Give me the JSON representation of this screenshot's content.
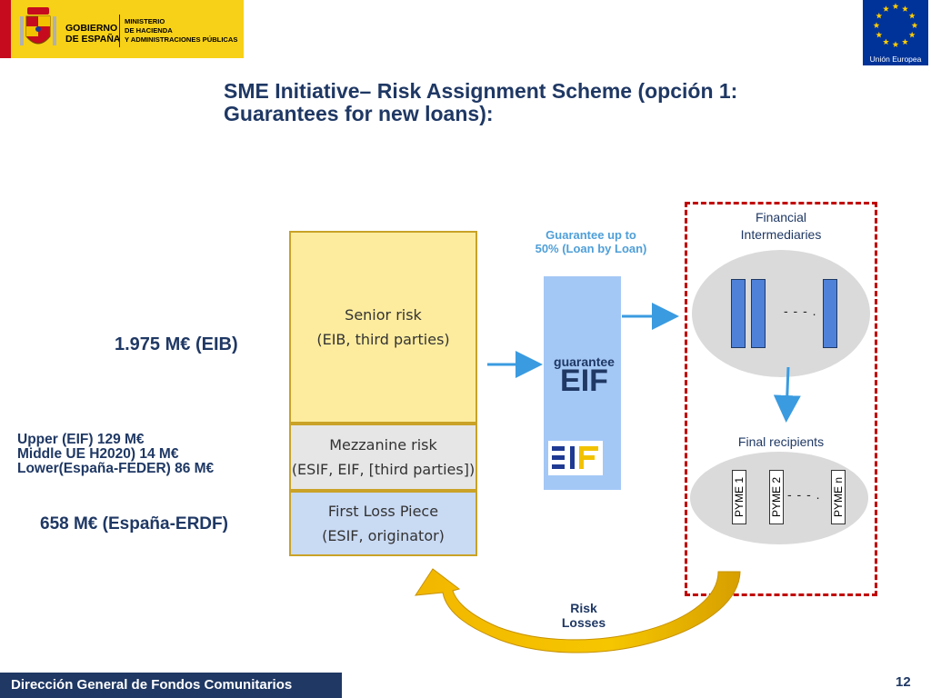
{
  "header": {
    "gov_logo": {
      "name_line1": "GOBIERNO",
      "name_line2": "DE ESPAÑA",
      "ministry_line1": "MINISTERIO",
      "ministry_line2": "DE HACIENDA",
      "ministry_line3": "Y ADMINISTRACIONES PÚBLICAS"
    },
    "eu_logo": {
      "label": "Unión Europea",
      "color": "#003399"
    }
  },
  "title_line1": "SME Initiative–  Risk Assignment Scheme (opción 1:",
  "title_line2": "Guarantees for new loans):",
  "tranches": {
    "senior": {
      "line1": "Senior risk",
      "line2": "(EIB, third parties)",
      "color": "#fdec9e"
    },
    "mezzanine": {
      "line1": "Mezzanine risk",
      "line2": "(ESIF, EIF, [third parties])",
      "color": "#e6e6e6"
    },
    "first_loss": {
      "line1": "First Loss Piece",
      "line2": "(ESIF, originator)",
      "color": "#c9daf3"
    }
  },
  "amounts": {
    "senior": "1.975 M€ (EIB)",
    "mezz_upper": "Upper  (EIF) 129 M€",
    "mezz_middle": "Middle UE H2020) 14 M€",
    "mezz_lower": "Lower(España-FEDER) 86 M€",
    "first_loss": "658 M€ (España-ERDF)"
  },
  "guarantee": {
    "line1": "Guarantee up to",
    "line2": "50% (Loan by Loan)"
  },
  "eif_box": {
    "small": "guarantee",
    "big": "EIF"
  },
  "financial_intermediaries": {
    "line1": "Financial",
    "line2": "Intermediaries",
    "dots": "- - - ."
  },
  "final_recipients": {
    "label": "Final recipients",
    "items": [
      "PYME 1",
      "PYME 2",
      "PYME n"
    ],
    "dots": "- - - ."
  },
  "risk_losses": {
    "line1": "Risk",
    "line2": "Losses"
  },
  "footer": {
    "text": "Dirección General de Fondos Comunitarios",
    "page_number": "12"
  }
}
